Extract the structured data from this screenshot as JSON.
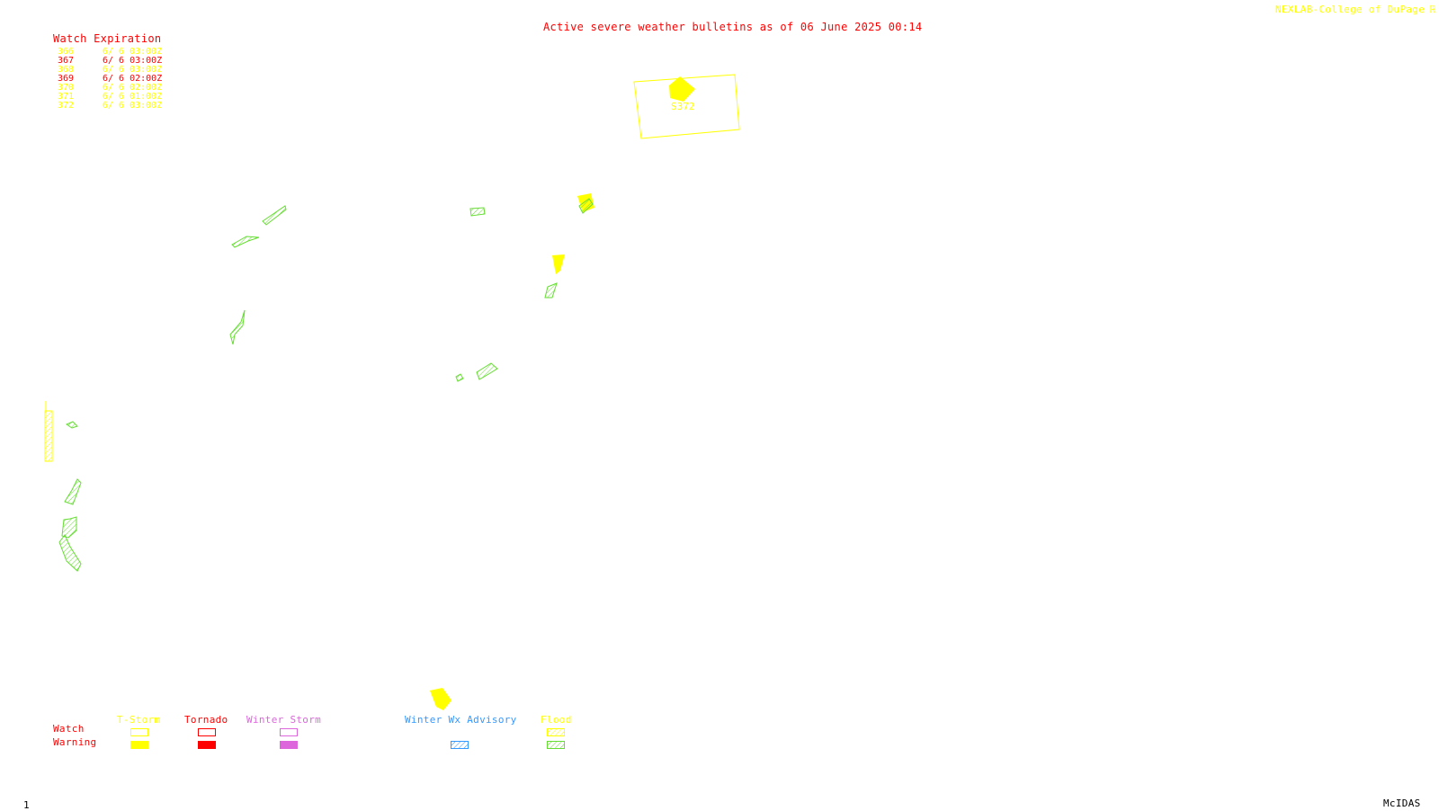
{
  "header": {
    "title": "Active severe weather bulletins as of 06 June 2025 00:14",
    "credit": "NEXLAB-College of DuPage"
  },
  "watch_table": {
    "heading": "Watch Expiration",
    "rows": [
      {
        "num": "366",
        "exp": "6/ 6 03:00Z",
        "color": "#ffff00"
      },
      {
        "num": "367",
        "exp": "6/ 6 03:00Z",
        "color": "#ff0000"
      },
      {
        "num": "368",
        "exp": "6/ 6 03:00Z",
        "color": "#ffff00"
      },
      {
        "num": "369",
        "exp": "6/ 6 02:00Z",
        "color": "#ff0000"
      },
      {
        "num": "370",
        "exp": "6/ 6 02:00Z",
        "color": "#ffff00"
      },
      {
        "num": "371",
        "exp": "6/ 6 01:00Z",
        "color": "#ffff00"
      },
      {
        "num": "372",
        "exp": "6/ 6 03:00Z",
        "color": "#ffff00"
      }
    ]
  },
  "map": {
    "watch_box_label": "S372"
  },
  "legend": {
    "row_watch": "Watch",
    "row_warning": "Warning",
    "categories": [
      {
        "label": "T-Storm",
        "color": "#ffff00"
      },
      {
        "label": "Tornado",
        "color": "#ff0000"
      },
      {
        "label": "Winter Storm",
        "color": "#dd66dd"
      },
      {
        "label": "Winter Wx Advisory",
        "color": "#3399ff"
      },
      {
        "label": "Flood",
        "color": "#ffff00"
      }
    ]
  },
  "footer": {
    "frame_number": "1",
    "software": "McIDAS"
  },
  "colors": {
    "storm": "#ffff00",
    "tornado": "#ff0000",
    "winter_storm": "#dd66dd",
    "winter_adv": "#3399ff",
    "flood_warning": "#66dd33"
  }
}
